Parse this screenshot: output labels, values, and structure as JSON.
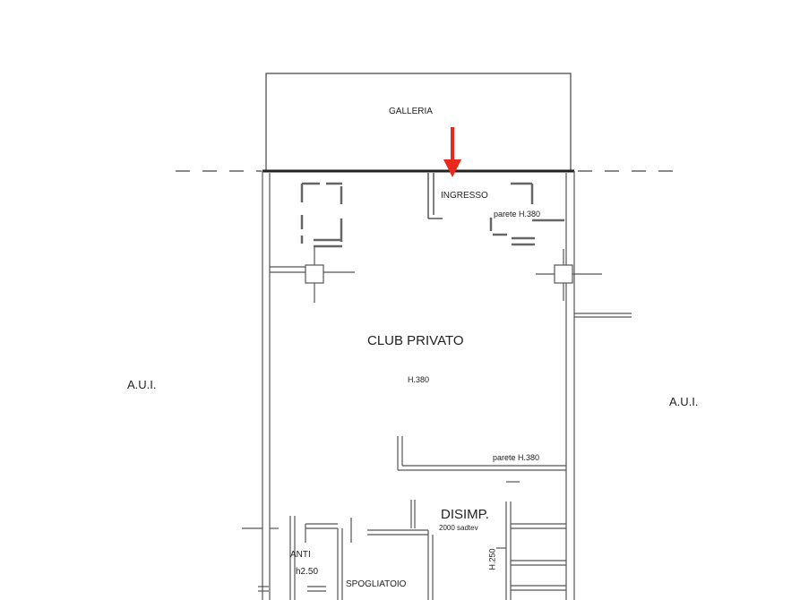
{
  "rooms": {
    "galleria": "GALLERIA",
    "ingresso": "INGRESSO",
    "club": "CLUB PRIVATO",
    "club_height": "H.380",
    "disimp": "DISIMP.",
    "disimp_note": "2000 sadtev",
    "anti": "ANTI",
    "anti_height": "h2.50",
    "spogliatoio": "SPOGLIATOIO"
  },
  "notes": {
    "parete_top": "parete H.380",
    "parete_mid": "parete H.380",
    "h_vertical": "H.250"
  },
  "areas": {
    "left": "A.U.I.",
    "right": "A.U.I."
  },
  "colors": {
    "wall": "#555555",
    "line": "#333333",
    "arrow": "#e8291c"
  }
}
